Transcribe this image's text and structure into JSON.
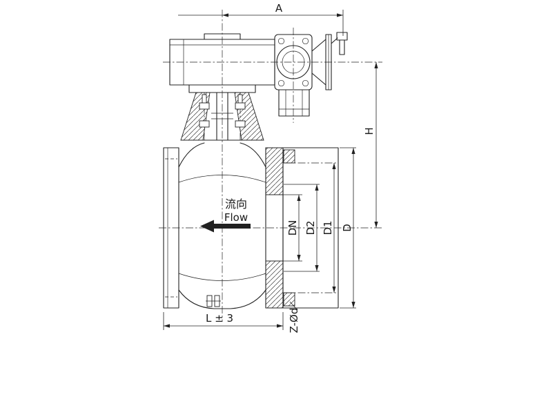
{
  "drawing": {
    "type": "valve-engineering-drawing",
    "labels": {
      "dim_a": "A",
      "dim_h": "H",
      "dim_dn": "DN",
      "dim_d2": "D2",
      "dim_d1": "D1",
      "dim_d": "D",
      "dim_l": "L ± 3",
      "dim_z_od": "Z-Ød",
      "flow_zh": "流向",
      "flow_en": "Flow"
    },
    "colors": {
      "line": "#212121",
      "background": "#ffffff"
    }
  }
}
